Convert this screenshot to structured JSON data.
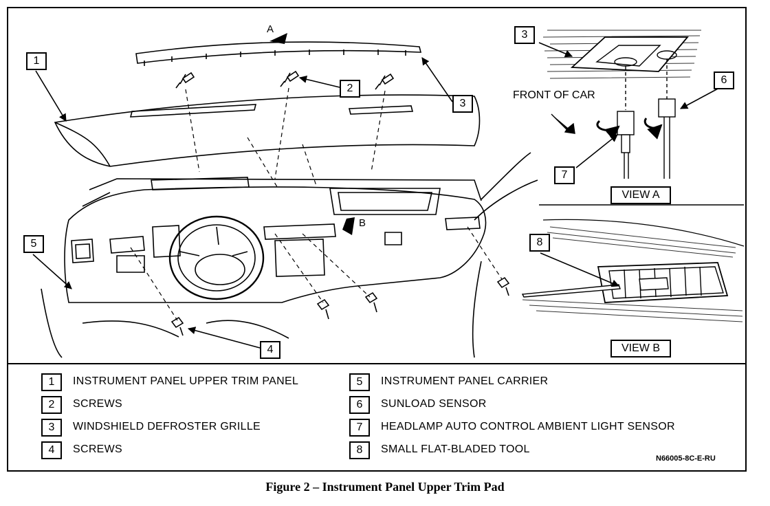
{
  "diagram": {
    "callouts": {
      "c1": "1",
      "c2": "2",
      "c3": "3",
      "c4": "4",
      "c5": "5",
      "c3a": "3",
      "c6": "6",
      "c7": "7",
      "c8": "8"
    },
    "view_a_arrow": "A",
    "view_b_arrow": "B",
    "front_of_car": "FRONT OF CAR",
    "view_a_label": "VIEW A",
    "view_b_label": "VIEW B"
  },
  "legend": [
    {
      "num": "1",
      "text": "INSTRUMENT PANEL UPPER TRIM PANEL"
    },
    {
      "num": "2",
      "text": "SCREWS"
    },
    {
      "num": "3",
      "text": "WINDSHIELD DEFROSTER GRILLE"
    },
    {
      "num": "4",
      "text": "SCREWS"
    },
    {
      "num": "5",
      "text": "INSTRUMENT PANEL CARRIER"
    },
    {
      "num": "6",
      "text": "SUNLOAD SENSOR"
    },
    {
      "num": "7",
      "text": "HEADLAMP AUTO CONTROL AMBIENT LIGHT SENSOR"
    },
    {
      "num": "8",
      "text": "SMALL FLAT-BLADED TOOL"
    }
  ],
  "figure_code": "N66005-8C-E-RU",
  "caption": "Figure 2 – Instrument Panel Upper Trim Pad"
}
